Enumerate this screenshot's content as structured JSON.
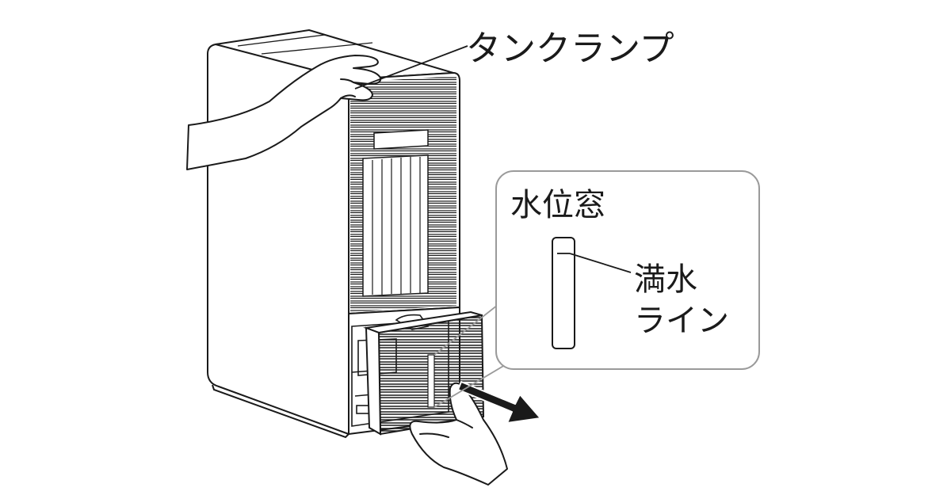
{
  "labels": {
    "tank_lamp": "タンクランプ",
    "water_level_window": "水位窓",
    "full_water_line_1": "満水",
    "full_water_line_2": "ライン"
  },
  "colors": {
    "stroke": "#1a1a1a",
    "callout_border": "#9a9a9a",
    "background": "#ffffff"
  }
}
